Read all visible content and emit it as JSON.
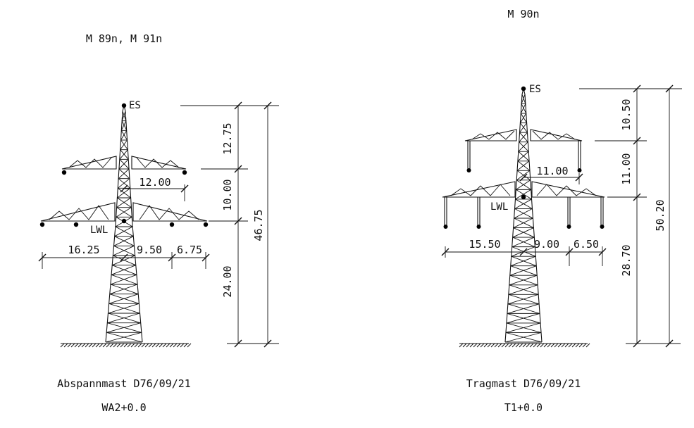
{
  "left": {
    "title": "M 89n, M 91n",
    "es": "ES",
    "lwl": "LWL",
    "dims": {
      "top": "12.75",
      "mid": "10.00",
      "bottom": "24.00",
      "total": "46.75",
      "upper_arm": "12.00",
      "lower_left": "16.25",
      "lower_mid": "9.50",
      "lower_right": "6.75"
    },
    "caption": "Abspannmast D76/09/21",
    "code": "WA2+0.0"
  },
  "right": {
    "title": "M 90n",
    "es": "ES",
    "lwl": "LWL",
    "dims": {
      "top": "10.50",
      "mid": "11.00",
      "bottom": "28.70",
      "total": "50.20",
      "upper_arm": "11.00",
      "lower_left": "15.50",
      "lower_mid": "9.00",
      "lower_right": "6.50"
    },
    "caption": "Tragmast D76/09/21",
    "code": "T1+0.0"
  }
}
